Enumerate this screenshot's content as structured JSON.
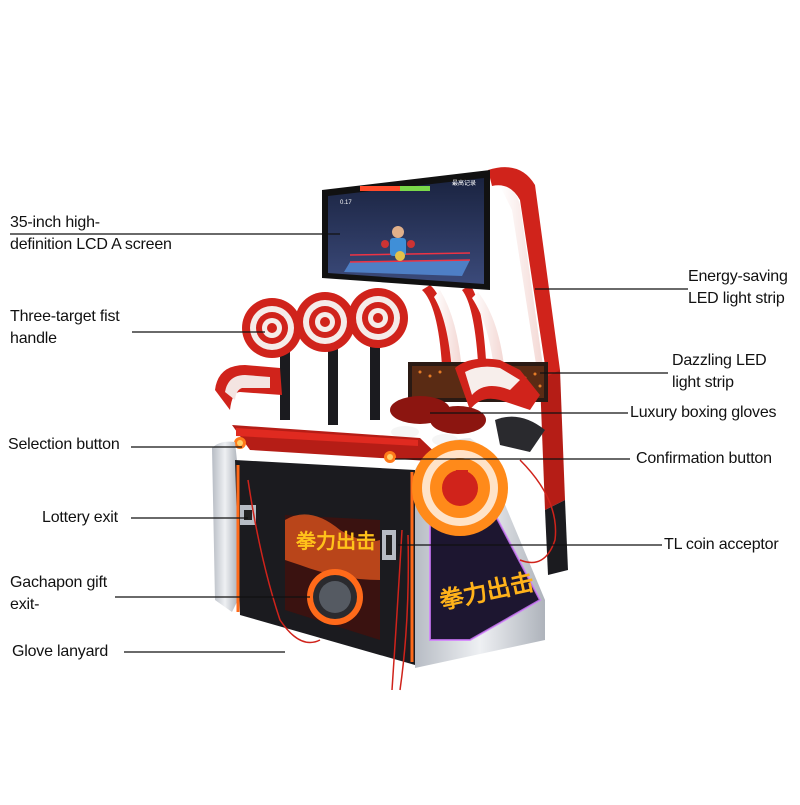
{
  "colors": {
    "cabinet_red": "#d0231b",
    "dark_red": "#8c1510",
    "led_white": "#f7e9e6",
    "cabinet_black": "#1b1b1f",
    "silver": "#cfd3d8",
    "orange_glow": "#ff7a1a",
    "leader_line": "#111111"
  },
  "screen": {
    "left_counter": "0.17",
    "right_text": "最高记录"
  },
  "panel_logo": "拳力出击",
  "labels": [
    {
      "key": "screen",
      "text_lines": [
        "35-inch high-",
        "definition LCD A screen"
      ]
    },
    {
      "key": "energy_strip",
      "text_lines": [
        "Energy-saving",
        "LED light strip"
      ]
    },
    {
      "key": "fist_handle",
      "text_lines": [
        "Three-target fist",
        "handle"
      ]
    },
    {
      "key": "dazzling_strip",
      "text_lines": [
        "Dazzling LED",
        "light strip"
      ]
    },
    {
      "key": "gloves",
      "text_lines": [
        "Luxury boxing gloves"
      ]
    },
    {
      "key": "selection",
      "text_lines": [
        "Selection button"
      ]
    },
    {
      "key": "confirmation",
      "text_lines": [
        "Confirmation button"
      ]
    },
    {
      "key": "lottery",
      "text_lines": [
        "Lottery exit"
      ]
    },
    {
      "key": "coin",
      "text_lines": [
        "TL coin acceptor"
      ]
    },
    {
      "key": "gachapon",
      "text_lines": [
        "Gachapon gift",
        "exit-"
      ]
    },
    {
      "key": "lanyard",
      "text_lines": [
        "Glove lanyard"
      ]
    }
  ]
}
